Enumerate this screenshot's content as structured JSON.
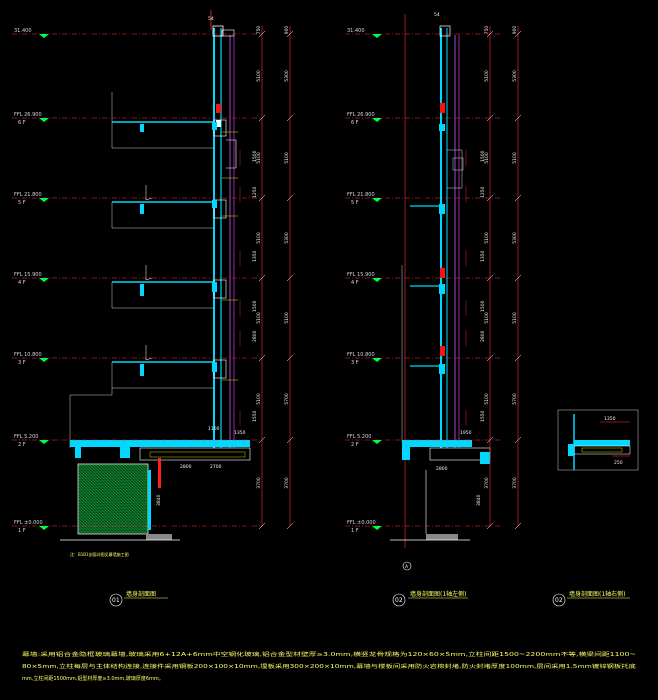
{
  "levels": [
    {
      "label": "31.400",
      "sub": ""
    },
    {
      "label": "FFL 26.900",
      "sub": "6 F"
    },
    {
      "label": "FFL 21.800",
      "sub": "5 F"
    },
    {
      "label": "FFL 15.900",
      "sub": "4 F"
    },
    {
      "label": "FFL 10.800",
      "sub": "3 F"
    },
    {
      "label": "FFL 5.200",
      "sub": "2 F"
    },
    {
      "label": "FFL ±0.000",
      "sub": "1 F"
    }
  ],
  "dims_a_inner": [
    "750",
    "5100",
    "5100",
    "5100",
    "5100",
    "5100",
    "3700"
  ],
  "dims_b_outer": [
    "900",
    "5300",
    "5100",
    "5300",
    "5100",
    "5700",
    "3700"
  ],
  "dims_floor": [
    "1500",
    "1250",
    "1350",
    "1500",
    "2800",
    "1550"
  ],
  "dims_bottom": [
    "1350",
    "1100",
    "2800",
    "2700",
    "3840"
  ],
  "top_mark": "54",
  "section_b_bottom": [
    "2800",
    "1950",
    "3840",
    "A"
  ],
  "detail_dims": [
    "1350",
    "250"
  ],
  "captions": [
    {
      "num": "01",
      "text": "墙身剖面图"
    },
    {
      "num": "02",
      "text": "墙身剖面图(1轴左侧)"
    },
    {
      "num": "02",
      "text": "墙身剖面图(1轴右侧)"
    }
  ],
  "section_note": "注：B1B1剖面详图见幕墙施工图",
  "notes": [
    "幕墙:采用铝合金隐框玻璃幕墙,玻璃采用6+12A+6mm中空钢化玻璃,铝合金型材壁厚≥3.0mm,横竖龙骨规格为120×60×5mm,立柱间距1500~2200mm不等,横梁间距1100~",
    "80×5mm,立柱每层与主体结构连接,连接件采用钢板200×100×10mm,埋板采用300×200×10mm,幕墙与楼板间采用防火岩棉封堵,防火封堵厚度100mm,层间采用1.5mm镀锌钢板托底",
    "mm,立柱间距1500mm,铝型材厚度≥3.0mm,玻璃厚度6mm。"
  ]
}
